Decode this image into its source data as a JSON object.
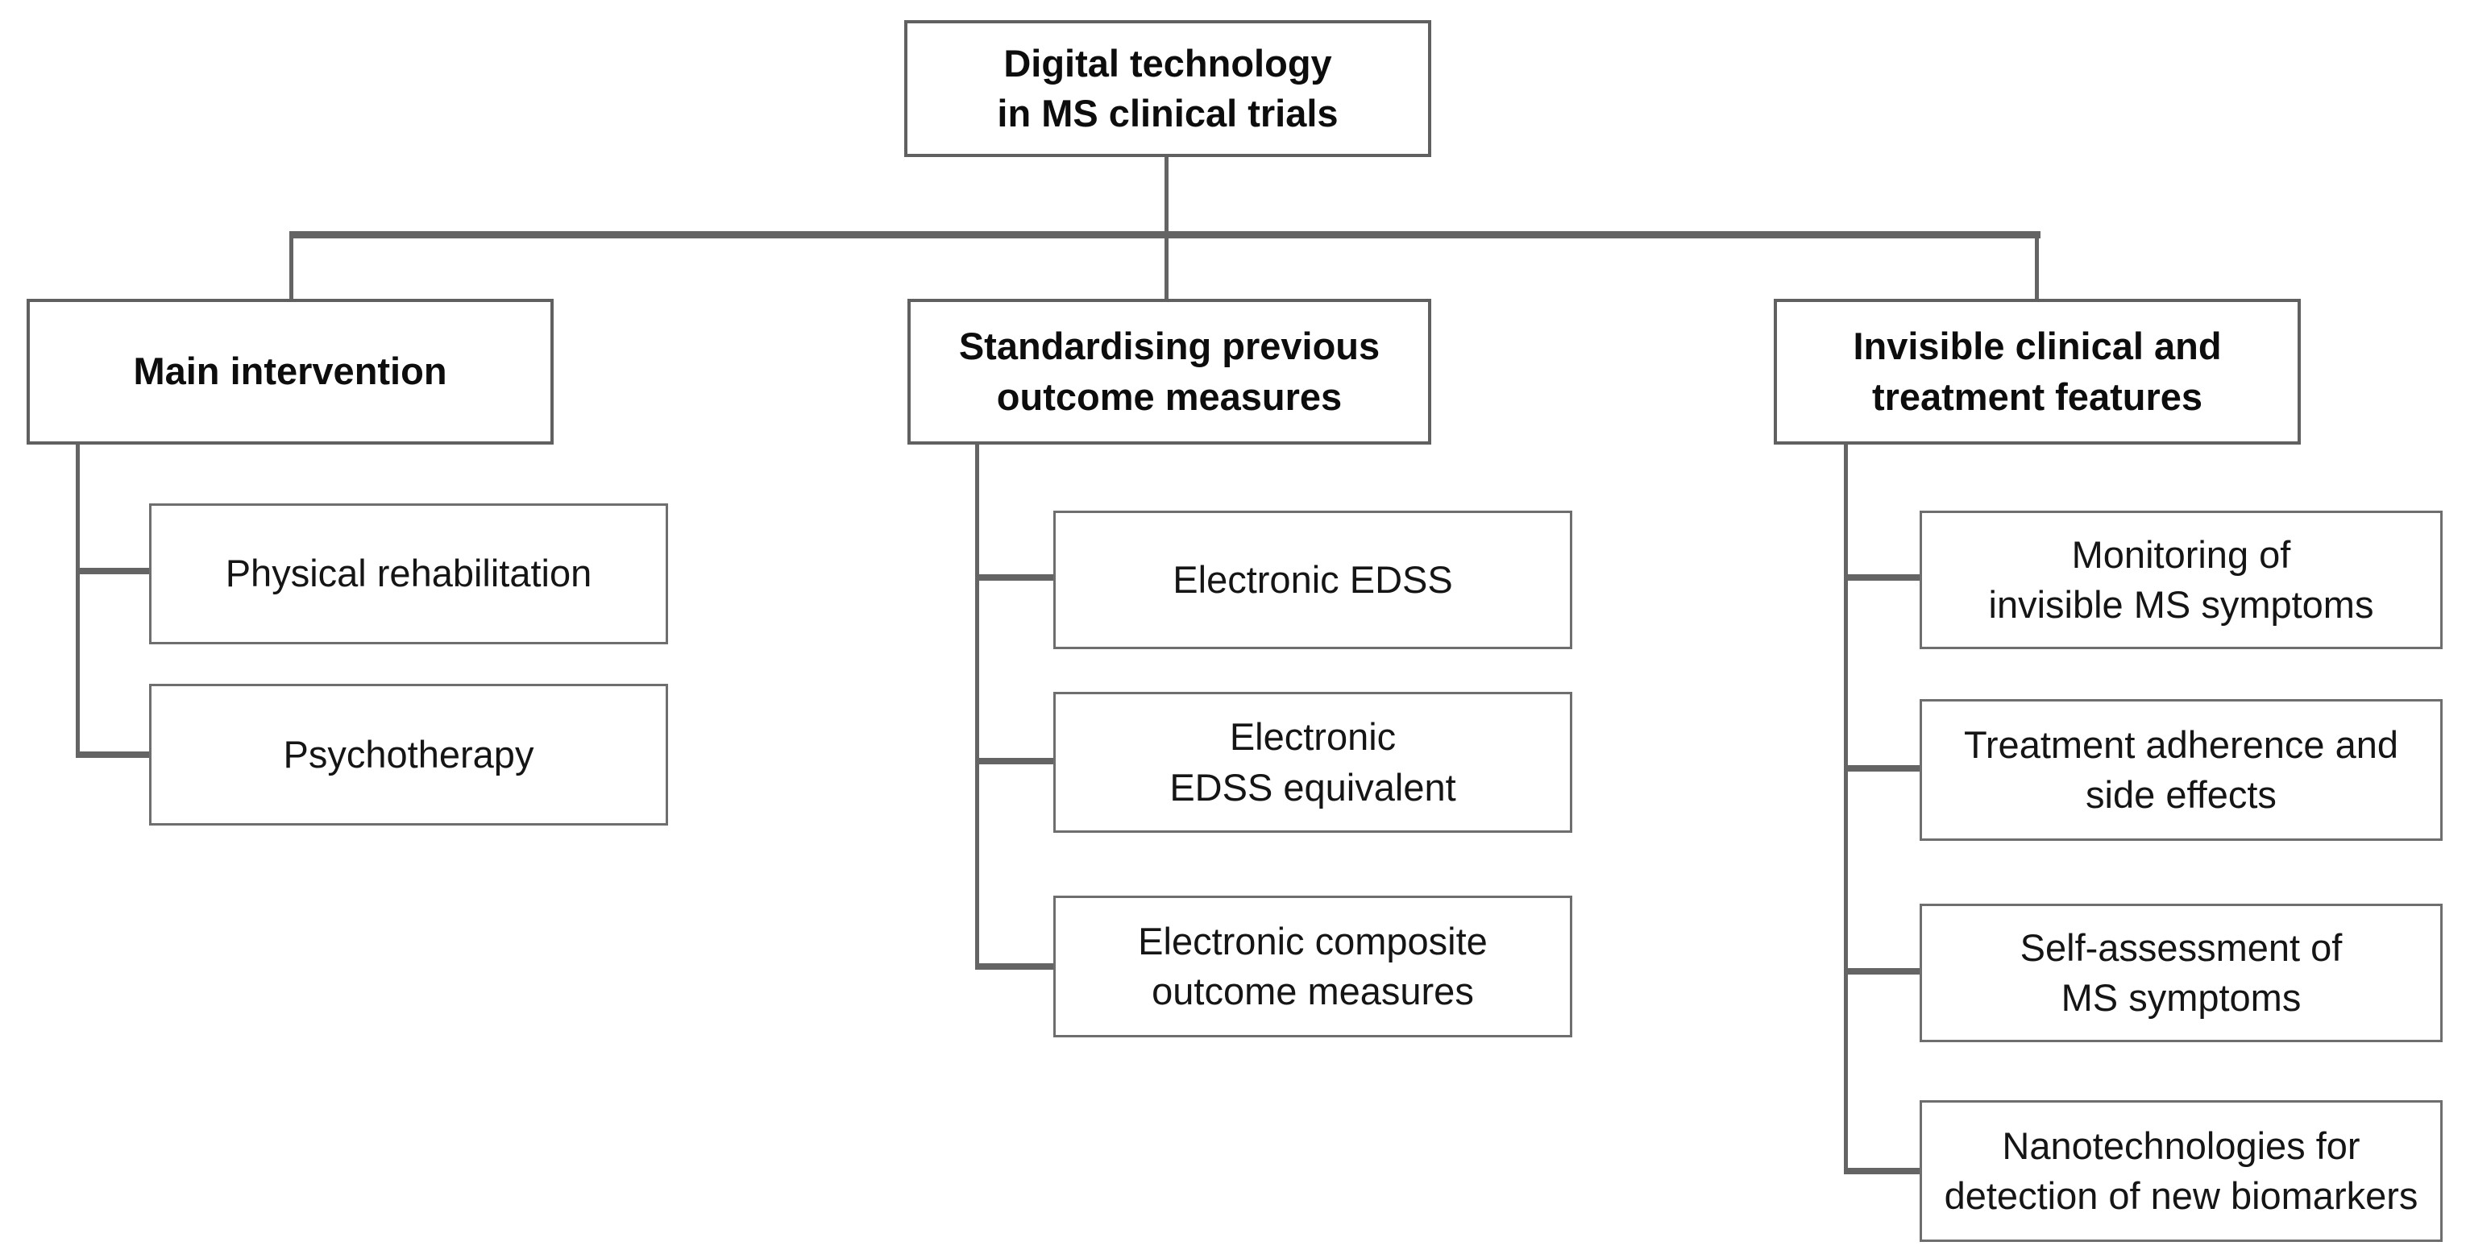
{
  "colors": {
    "background": "#ffffff",
    "connector_line": "#646464",
    "box_border": "#606060",
    "text": "#151515"
  },
  "diagram": {
    "type": "tree",
    "root": {
      "label": "Digital technology\nin MS clinical trials"
    },
    "branches": [
      {
        "label": "Main intervention",
        "children": [
          {
            "label": "Physical rehabilitation"
          },
          {
            "label": "Psychotherapy"
          }
        ]
      },
      {
        "label": "Standardising previous\noutcome measures",
        "children": [
          {
            "label": "Electronic EDSS"
          },
          {
            "label": "Electronic\nEDSS equivalent"
          },
          {
            "label": "Electronic composite\noutcome measures"
          }
        ]
      },
      {
        "label": "Invisible clinical and\ntreatment features",
        "children": [
          {
            "label": "Monitoring of\ninvisible MS symptoms"
          },
          {
            "label": "Treatment adherence and\nside effects"
          },
          {
            "label": "Self-assessment of\nMS symptoms"
          },
          {
            "label": "Nanotechnologies for\ndetection of new biomarkers"
          }
        ]
      }
    ]
  }
}
